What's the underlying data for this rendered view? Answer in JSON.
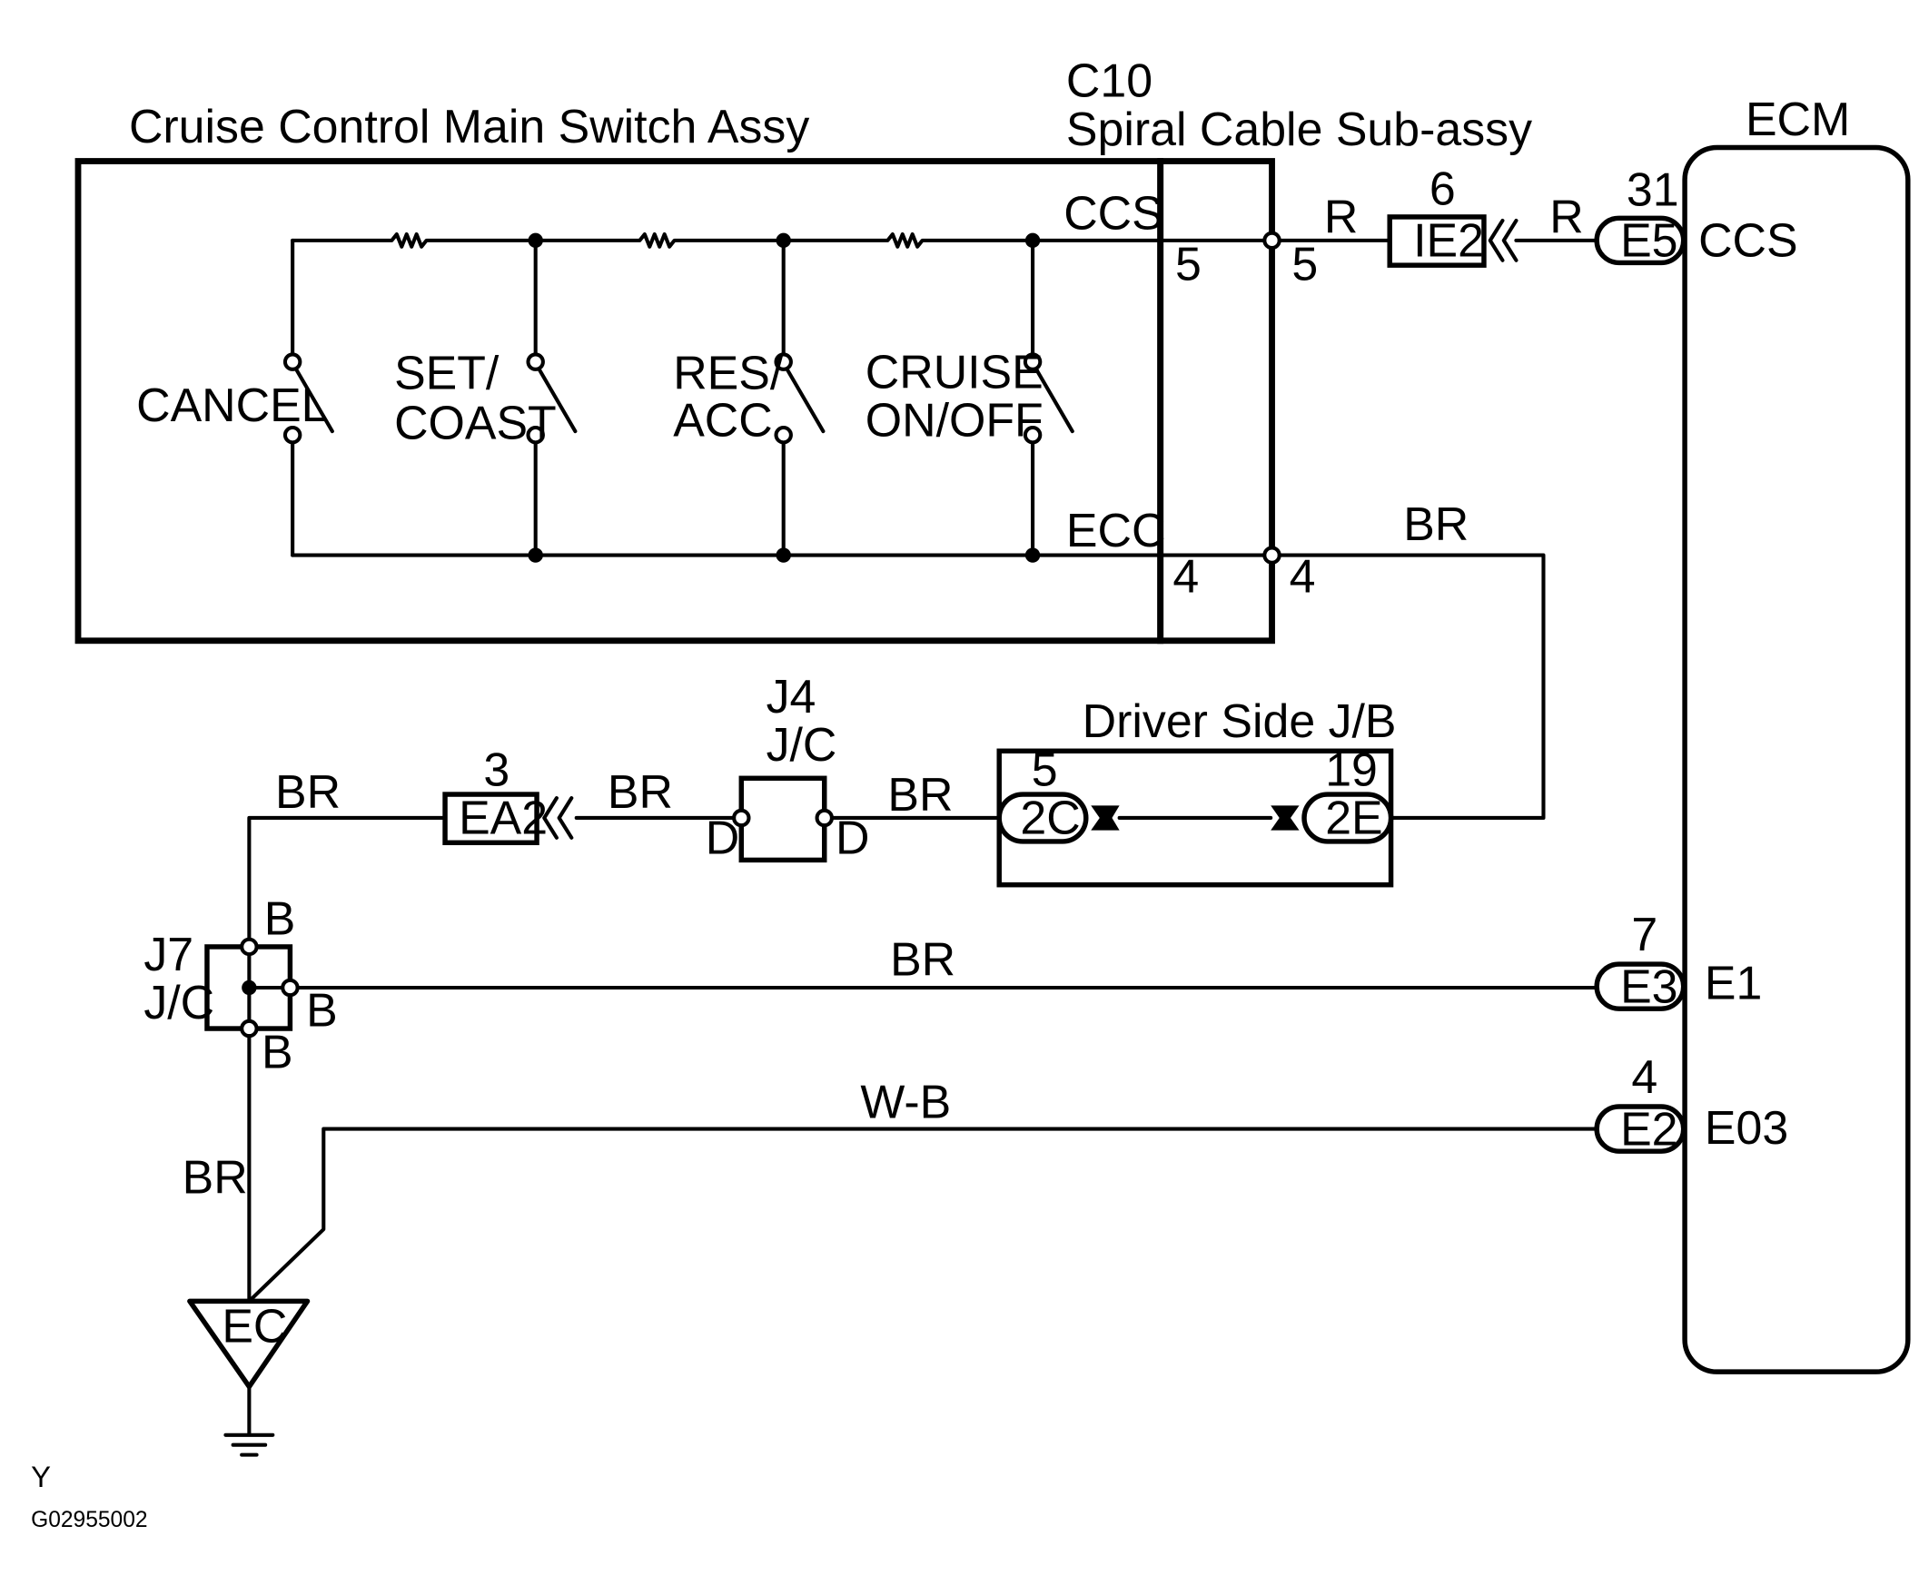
{
  "assy_title": "Cruise Control Main Switch Assy",
  "spiral": {
    "code": "C10",
    "name": "Spiral Cable Sub-assy",
    "pin_upper": "5",
    "pin_lower": "4"
  },
  "assy_lines": {
    "top": "CCS",
    "bottom": "ECC"
  },
  "switches": [
    {
      "line1": "CANCEL",
      "line2": ""
    },
    {
      "line1": "SET/",
      "line2": "COAST"
    },
    {
      "line1": "RES/",
      "line2": "ACC"
    },
    {
      "line1": "CRUISE",
      "line2": "ON/OFF"
    }
  ],
  "wires": {
    "r1": "R",
    "r2": "R",
    "br_top": "BR",
    "br1": "BR",
    "br2": "BR",
    "br3": "BR",
    "br_e3": "BR",
    "br_vertical": "BR",
    "wb": "W-B"
  },
  "connectors": {
    "ie2": {
      "name": "IE2",
      "pin": "6"
    },
    "ea2": {
      "name": "EA2",
      "pin": "3"
    },
    "e5": {
      "name": "E5",
      "pin": "31",
      "signal": "CCS"
    },
    "e3": {
      "name": "E3",
      "pin": "7",
      "signal": "E1"
    },
    "e2": {
      "name": "E2",
      "pin": "4",
      "signal": "E03"
    }
  },
  "j4": {
    "name": "J4",
    "type": "J/C",
    "left": "D",
    "right": "D"
  },
  "j7": {
    "name": "J7",
    "type": "J/C",
    "top": "B",
    "right": "B",
    "bottom": "B"
  },
  "jb": {
    "title": "Driver Side J/B",
    "left_conn": "2C",
    "left_pin": "5",
    "right_conn": "2E",
    "right_pin": "19"
  },
  "ecm": {
    "title": "ECM"
  },
  "ground": {
    "name": "EC"
  },
  "footer": {
    "letter": "Y",
    "code": "G02955002"
  }
}
